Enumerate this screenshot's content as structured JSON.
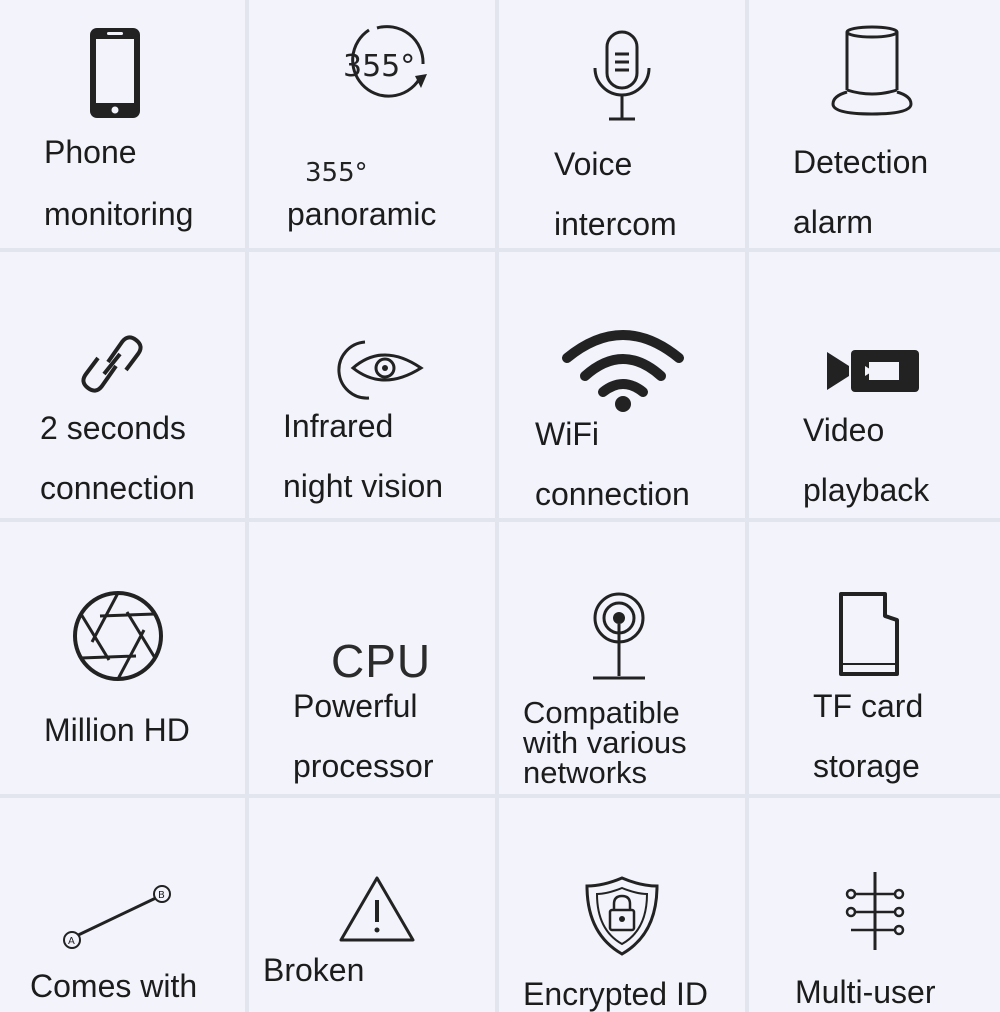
{
  "features": [
    {
      "icon": "smartphone-icon",
      "line1": "Phone",
      "line2": "monitoring"
    },
    {
      "icon": "rotation-355-icon",
      "icon_text": "355°",
      "line1": "355°",
      "line2": "panoramic"
    },
    {
      "icon": "microphone-icon",
      "line1": "Voice",
      "line2": "intercom"
    },
    {
      "icon": "detector-icon",
      "line1": "Detection",
      "line2": "alarm"
    },
    {
      "icon": "link-chain-icon",
      "line1": "2 seconds",
      "line2": "connection"
    },
    {
      "icon": "moon-eye-icon",
      "line1": "Infrared",
      "line2": "night vision"
    },
    {
      "icon": "wifi-icon",
      "line1": "WiFi",
      "line2": "connection"
    },
    {
      "icon": "video-camera-icon",
      "line1": "Video",
      "line2": "playback"
    },
    {
      "icon": "aperture-icon",
      "line1": "Million HD"
    },
    {
      "icon": "cpu-text-icon",
      "icon_text": "CPU",
      "line1": "Powerful",
      "line2": "processor"
    },
    {
      "icon": "antenna-icon",
      "line1": "Compatible",
      "line2": "with various",
      "line3": "networks"
    },
    {
      "icon": "sd-card-icon",
      "line1": "TF card",
      "line2": "storage"
    },
    {
      "icon": "a-to-b-icon",
      "line1": "Comes with"
    },
    {
      "icon": "warning-triangle-icon",
      "line1": "Broken"
    },
    {
      "icon": "shield-lock-icon",
      "line1": "Encrypted ID"
    },
    {
      "icon": "multi-user-tree-icon",
      "line1": "Multi-user"
    }
  ]
}
